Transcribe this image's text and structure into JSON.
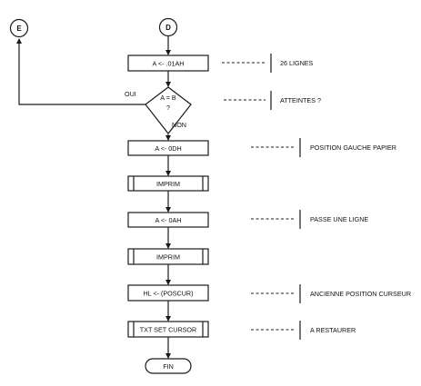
{
  "connectors": {
    "top": "D",
    "side": "E"
  },
  "steps": {
    "load_lines": "A <- .01AH",
    "test": "A = B\n?",
    "test_line1": "A = B",
    "test_line2": "?",
    "yes": "OUI",
    "no": "NON",
    "load_left": "A <- 0DH",
    "imprim1": "IMPRIM",
    "load_lf": "A <- 0AH",
    "imprim2": "IMPRIM",
    "load_hl": "HL <- (POSCUR)",
    "txt_set_cursor": "TXT SET CURSOR",
    "end": "FIN"
  },
  "comments": {
    "c1": "26 LIGNES",
    "c2": "ATTEINTES ?",
    "c3": "POSITION GAUCHE PAPIER",
    "c4": "PASSE UNE LIGNE",
    "c5": "ANCIENNE POSITION CURSEUR",
    "c6": "A RESTAURER"
  }
}
